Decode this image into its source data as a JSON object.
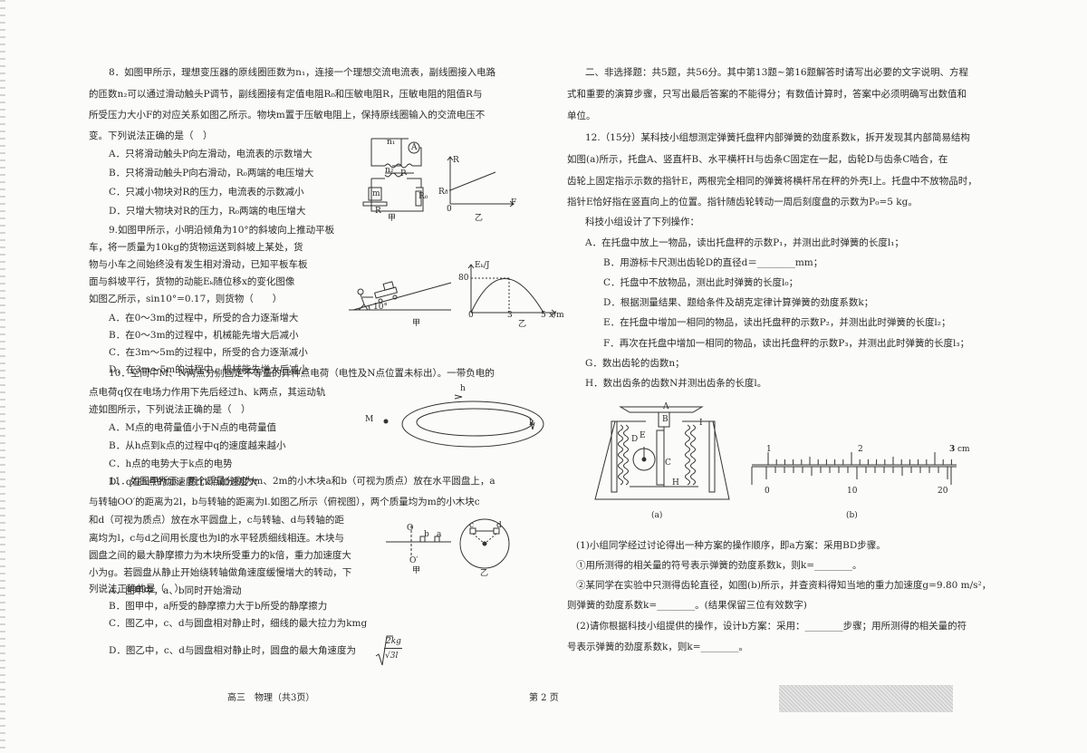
{
  "q8": {
    "lines": [
      "8．如图甲所示，理想变压器的原线圈匝数为n₁，连接一个理想交流电流表，副线圈接入电路",
      "的匝数n₂可以通过滑动触头P调节，副线圈接有定值电阻R₀和压敏电阻R，压敏电阻的阻值R与",
      "所受压力大小F的对应关系如图乙所示。物块m置于压敏电阻上，保持原线圈输入的交流电压不",
      "变。下列说法正确的是（　）"
    ],
    "options": [
      "A．只将滑动触头P向左滑动，电流表的示数增大",
      "B．只将滑动触头P向右滑动，R₀两端的电压增大",
      "C．只减小物块对R的压力，电流表的示数减小",
      "D．只增大物块对R的压力，R₀两端的电压增大"
    ],
    "fig_labels": {
      "n1": "n₁",
      "n2": "n₂",
      "P": "P",
      "A": "A",
      "m": "m",
      "R": "R",
      "R0": "R₀",
      "jia": "甲",
      "yR": "R",
      "yR0": "R₀",
      "origin": "0",
      "xF": "F",
      "yi": "乙"
    }
  },
  "q9": {
    "lines": [
      "9.如图甲所示，小明沿倾角为10°的斜坡向上推动平板",
      "车，将一质量为10kg的货物运送到斜坡上某处，货",
      "物与小车之间始终没有发生相对滑动，已知平板车板",
      "面与斜坡平行，货物的动能Eₖ随位移x的变化图像",
      "如图乙所示，sin10°=0.17，则货物（　　）"
    ],
    "options": [
      "A．在0～3m的过程中，所受的合力逐渐增大",
      "B．在0～3m的过程中，机械能先增大后减小",
      "C．在3m～5m的过程中，所受的合力逐渐减小",
      "D．在3m～5m的过程中，机械能先增大后减小"
    ],
    "fig_labels": {
      "angle": "10°",
      "jia": "甲",
      "ylabel": "Eₖ/J",
      "y80": "80",
      "origin": "0",
      "x3": "3",
      "x5": "5",
      "xlabel": "x/m",
      "yi": "乙"
    }
  },
  "q10": {
    "lines": [
      "10．空间中M、N两点分别固定不等量的异种点电荷（电性及N点位置未标出）。一带负电的",
      "点电荷q仅在电场力作用下先后经过h、k两点，其运动轨",
      "迹如图所示，下列说法正确的是（　）"
    ],
    "options": [
      "A．M点的电荷量值小于N点的电荷量值",
      "B．从h点到k点的过程中q的速度越来越小",
      "C．h点的电势大于k点的电势",
      "D．q在h点的加速度比k点加速度大"
    ],
    "fig_labels": {
      "M": "M",
      "h": "h",
      "k": "k"
    }
  },
  "q11": {
    "lines": [
      "11．如图甲所示，两个质量分别为m、2m的小木块a和b（可视为质点）放在水平圆盘上，a",
      "与转轴OO′的距离为2l，b与转轴的距离为l.如图乙所示（俯视图），两个质量均为m的小木块c",
      "和d（可视为质点）放在水平圆盘上，c与转轴、d与转轴的距",
      "离均为l，c与d之间用长度也为l的水平轻质细线相连。木块与",
      "圆盘之间的最大静摩擦力为木块所受重力的k倍，重力加速度大",
      "小为g。若圆盘从静止开始绕转轴做角速度缓慢增大的转动，下",
      "列说法正确的是（　）"
    ],
    "options": [
      "A．图甲中，a、b同时开始滑动",
      "B．图甲中，a所受的静摩擦力大于b所受的静摩擦力",
      "C．图乙中，c、d与圆盘相对静止时，细线的最大拉力为kmg",
      "D．图乙中，c、d与圆盘相对静止时，圆盘的最大角速度为"
    ],
    "formula": {
      "num": "2kg",
      "den": "√3l"
    },
    "fig_labels": {
      "O": "O",
      "Op": "O′",
      "a": "a",
      "b": "b",
      "c": "c",
      "d": "d",
      "jia": "甲",
      "yi": "乙"
    }
  },
  "section2": {
    "lines": [
      "二、非选择题：共5题，共56分。其中第13题~第16题解答时请写出必要的文字说明、方程",
      "式和重要的演算步骤，只写出最后答案的不能得分；有数值计算时，答案中必须明确写出数值和",
      "单位。"
    ]
  },
  "q12": {
    "intro": [
      "12.（15分）某科技小组想测定弹簧托盘秤内部弹簧的劲度系数k，拆开发现其内部简易结构",
      "如图(a)所示，托盘A、竖直杆B、水平横杆H与齿条C固定在一起，齿轮D与齿条C啮合，在",
      "齿轮上固定指示示数的指针E，两根完全相同的弹簧将横杆吊在秤的外壳I上。托盘中不放物品时，",
      "指针E恰好指在竖直向上的位置。指针随齿轮转动一周后刻度盘的示数为P₀=5 kg。"
    ],
    "design": "科技小组设计了下列操作：",
    "steps": [
      "A．在托盘中放上一物品，读出托盘秤的示数P₁，并测出此时弹簧的长度l₁；",
      "B．用游标卡尺测出齿轮D的直径d＝________mm；",
      "C．托盘中不放物品，测出此时弹簧的长度l₀；",
      "D．根据测量结果、题给条件及胡克定律计算弹簧的劲度系数k；",
      "E．在托盘中增加一相同的物品，读出托盘秤的示数P₂，并测出此时弹簧的长度l₂；",
      "F．再次在托盘中增加一相同的物品，读出托盘秤的示数P₃，并测出此时弹簧的长度l₃；",
      "G．数出齿轮的齿数n；",
      "H．数出齿条的齿数N并测出齿条的长度l。"
    ],
    "fig_a_labels": {
      "A": "A",
      "B": "B",
      "I": "I",
      "D": "D",
      "E": "E",
      "C": "C",
      "H": "H",
      "cap": "(a)"
    },
    "fig_b_labels": {
      "m1": "1",
      "m2": "2",
      "m3": "3",
      "unit": "cm",
      "v0": "0",
      "v10": "10",
      "v20": "20",
      "cap": "(b)"
    },
    "questions": [
      "(1)小组同学经过讨论得出一种方案的操作顺序，即a方案：采用BD步骤。",
      "①用所测得的相关量的符号表示弹簧的劲度系数k，则k=________。",
      "②某同学在实验中只测得齿轮直径，如图(b)所示，并查资料得知当地的重力加速度g=9.80 m/s²，",
      "则弹簧的劲度系数k=________。(结果保留三位有效数字)",
      "(2)请你根据科技小组提供的操作，设计b方案：采用：________步骤；用所测得的相关量的符",
      "号表示弹簧的劲度系数k，则k=________。"
    ]
  },
  "footer": {
    "left": "高三　物理（共3页）",
    "center": "第 2 页"
  }
}
